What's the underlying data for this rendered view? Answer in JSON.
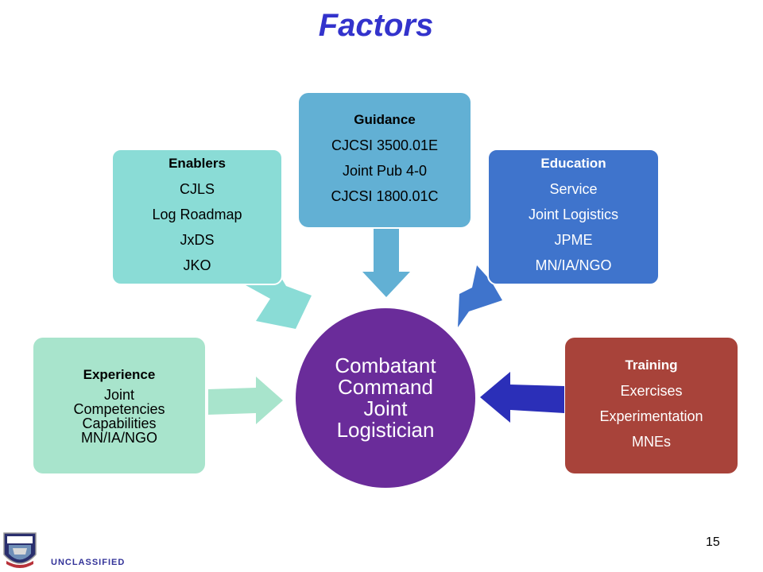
{
  "title": "Factors",
  "center": "Combatant Command Joint Logistician",
  "boxes": {
    "enablers": {
      "heading": "Enablers",
      "items": [
        "CJLS",
        "Log Roadmap",
        "JxDS",
        "JKO"
      ],
      "color": "#8ADCD6"
    },
    "guidance": {
      "heading": "Guidance",
      "items": [
        "CJCSI 3500.01E",
        "Joint Pub 4-0",
        "CJCSI 1800.01C"
      ],
      "color": "#62B0D4"
    },
    "education": {
      "heading": "Education",
      "items": [
        "Service",
        "Joint Logistics",
        "JPME",
        "MN/IA/NGO"
      ],
      "color": "#3F74CC"
    },
    "experience": {
      "heading": "Experience",
      "items": [
        "Joint",
        "Competencies",
        "Capabilities",
        "MN/IA/NGO"
      ],
      "color": "#A8E4CC"
    },
    "training": {
      "heading": "Training",
      "items": [
        "Exercises",
        "Experimentation",
        "MNEs"
      ],
      "color": "#A8433A"
    }
  },
  "center_color": "#6A2C9A",
  "slide_number": "15",
  "classification": "UNCLASSIFIED",
  "logo_icon": "seal-icon"
}
